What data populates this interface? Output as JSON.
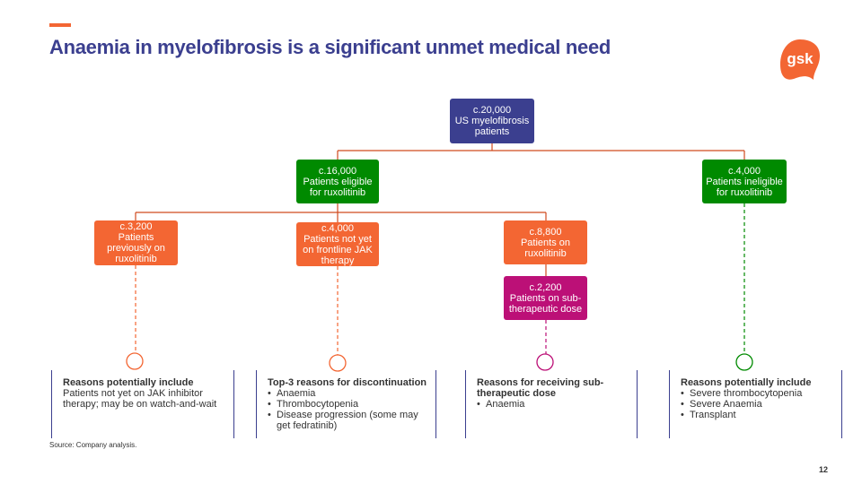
{
  "header": {
    "title": "Anaemia in myelofibrosis is a significant unmet medical need"
  },
  "logo": {
    "text": "gsk",
    "color": "#f36633"
  },
  "colors": {
    "navy": "#3b3f8f",
    "green": "#008a00",
    "orange": "#f36633",
    "magenta": "#bc1077",
    "connector": "#d04a1e"
  },
  "nodes": {
    "root": {
      "value": "c.20,000",
      "label": "US myelofibrosis patients"
    },
    "eligible": {
      "value": "c.16,000",
      "label": "Patients eligible for ruxolitinib"
    },
    "ineligible": {
      "value": "c.4,000",
      "label": "Patients ineligible for ruxolitinib"
    },
    "previously": {
      "value": "c.3,200",
      "label": "Patients previously on ruxolitinib"
    },
    "not_frontline": {
      "value": "c.4,000",
      "label": "Patients not yet on frontline JAK therapy"
    },
    "on_rux": {
      "value": "c.8,800",
      "label": "Patients on ruxolitinib"
    },
    "subtherapeutic": {
      "value": "c.2,200",
      "label": "Patients on sub-therapeutic dose"
    }
  },
  "reasons": [
    {
      "title": "Reasons potentially include",
      "text": "Patients not yet on JAK inhibitor therapy; may be on watch-and-wait",
      "items": []
    },
    {
      "title": "Top-3 reasons for discontinuation",
      "text": "",
      "items": [
        "Anaemia",
        "Thrombocytopenia",
        "Disease progression (some may get fedratinib)"
      ]
    },
    {
      "title": "Reasons for receiving sub-therapeutic dose",
      "text": "",
      "items": [
        "Anaemia"
      ]
    },
    {
      "title": "Reasons potentially include",
      "text": "",
      "items": [
        "Severe thrombocytopenia",
        "Severe Anaemia",
        "Transplant"
      ]
    }
  ],
  "footer": {
    "source": "Source: Company analysis.",
    "page": "12"
  }
}
